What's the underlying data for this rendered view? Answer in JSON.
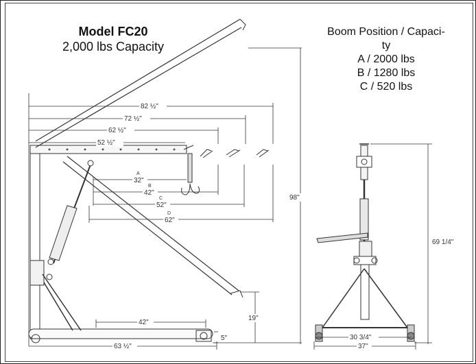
{
  "title": {
    "model": "Model FC20",
    "capacity": "2,000 lbs Capacity"
  },
  "boom_table": {
    "heading_line1": "Boom Position / Capaci-",
    "heading_line2": "ty",
    "rows": [
      "A / 2000 lbs",
      "B / 1280 lbs",
      "C / 520 lbs"
    ]
  },
  "dimensions": {
    "d82": "82 ½\"",
    "d72": "72 ½\"",
    "d62": "62 ½\"",
    "d52": "52 ½\"",
    "la": "A",
    "r32": "32\"",
    "lb": "B",
    "r42": "42\"",
    "lc": "C",
    "r52": "52\"",
    "ld": "D",
    "r62": "62\"",
    "h98": "98\"",
    "h19": "19\"",
    "b42": "42\"",
    "b5": "5\"",
    "b63": "63 ½\"",
    "h69": "69 1/4\"",
    "w30": "30 3/4\"",
    "w37": "37\""
  }
}
